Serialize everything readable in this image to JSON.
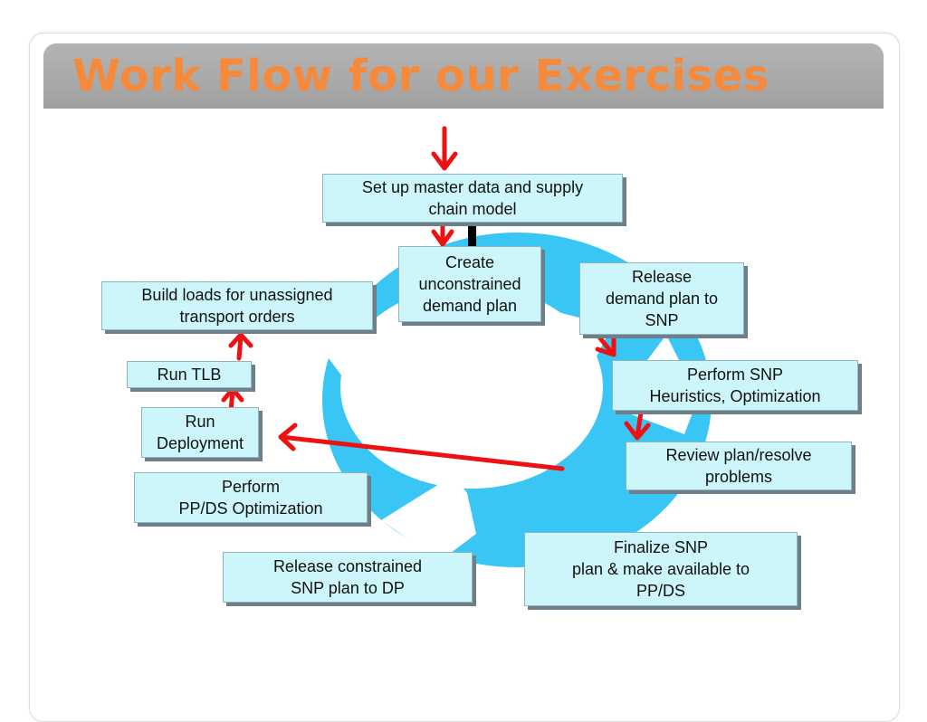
{
  "title": "Work Flow for our Exercises",
  "colors": {
    "title": "#f58a3c",
    "title_bar": "#a9a9a9",
    "cycle_fill": "#3ac6f4",
    "box_fill": "#ccf6fa",
    "arrow": "#ee1111"
  },
  "steps": {
    "setup": "Set up master data and supply\nchain model",
    "create_demand": "Create\nunconstrained\ndemand plan",
    "release_demand": "Release\ndemand plan to\nSNP",
    "snp_heuristics": "Perform SNP\nHeuristics, Optimization",
    "review_plan": "Review plan/resolve\nproblems",
    "finalize_snp": "Finalize SNP\nplan & make available to\nPP/DS",
    "release_constrained": "Release constrained\nSNP plan to DP",
    "ppds_optimization": "Perform\nPP/DS Optimization",
    "run_deployment": "Run\nDeployment",
    "run_tlb": "Run TLB",
    "build_loads": "Build loads for unassigned\ntransport orders"
  }
}
